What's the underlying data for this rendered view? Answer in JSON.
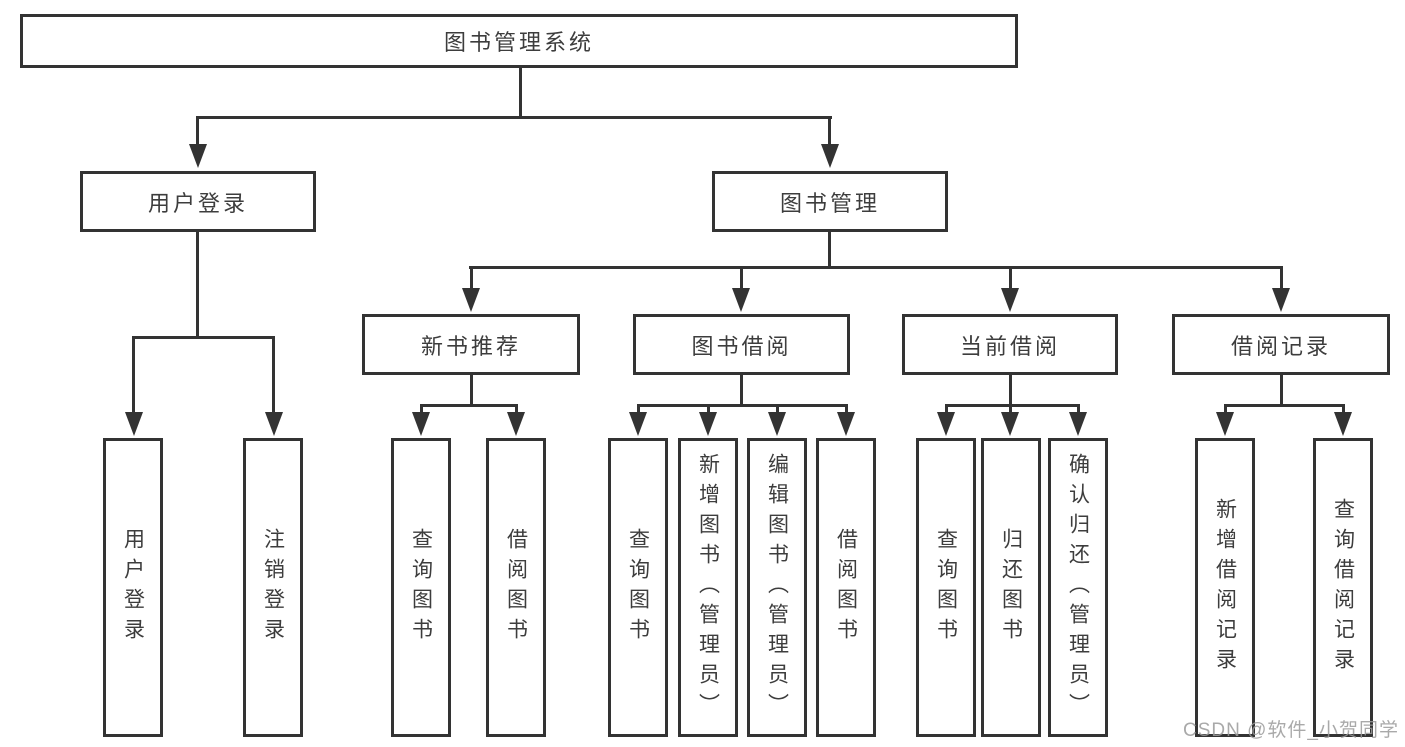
{
  "diagram": {
    "title": "图书管理系统",
    "user_login": {
      "label": "用户登录",
      "children": [
        "用户登录",
        "注销登录"
      ]
    },
    "book_mgmt": {
      "label": "图书管理",
      "groups": [
        {
          "label": "新书推荐",
          "children": [
            "查询图书",
            "借阅图书"
          ]
        },
        {
          "label": "图书借阅",
          "children": [
            "查询图书",
            "新增图书（管理员）",
            "编辑图书（管理员）",
            "借阅图书"
          ]
        },
        {
          "label": "当前借阅",
          "children": [
            "查询图书",
            "归还图书",
            "确认归还（管理员）"
          ]
        },
        {
          "label": "借阅记录",
          "children": [
            "新增借阅记录",
            "查询借阅记录"
          ]
        }
      ]
    }
  },
  "watermark": "CSDN @软件_小贺同学",
  "colors": {
    "line": "#333333",
    "text": "#3d3d3d",
    "watermark": "#9b9b9b",
    "background": "#ffffff"
  }
}
